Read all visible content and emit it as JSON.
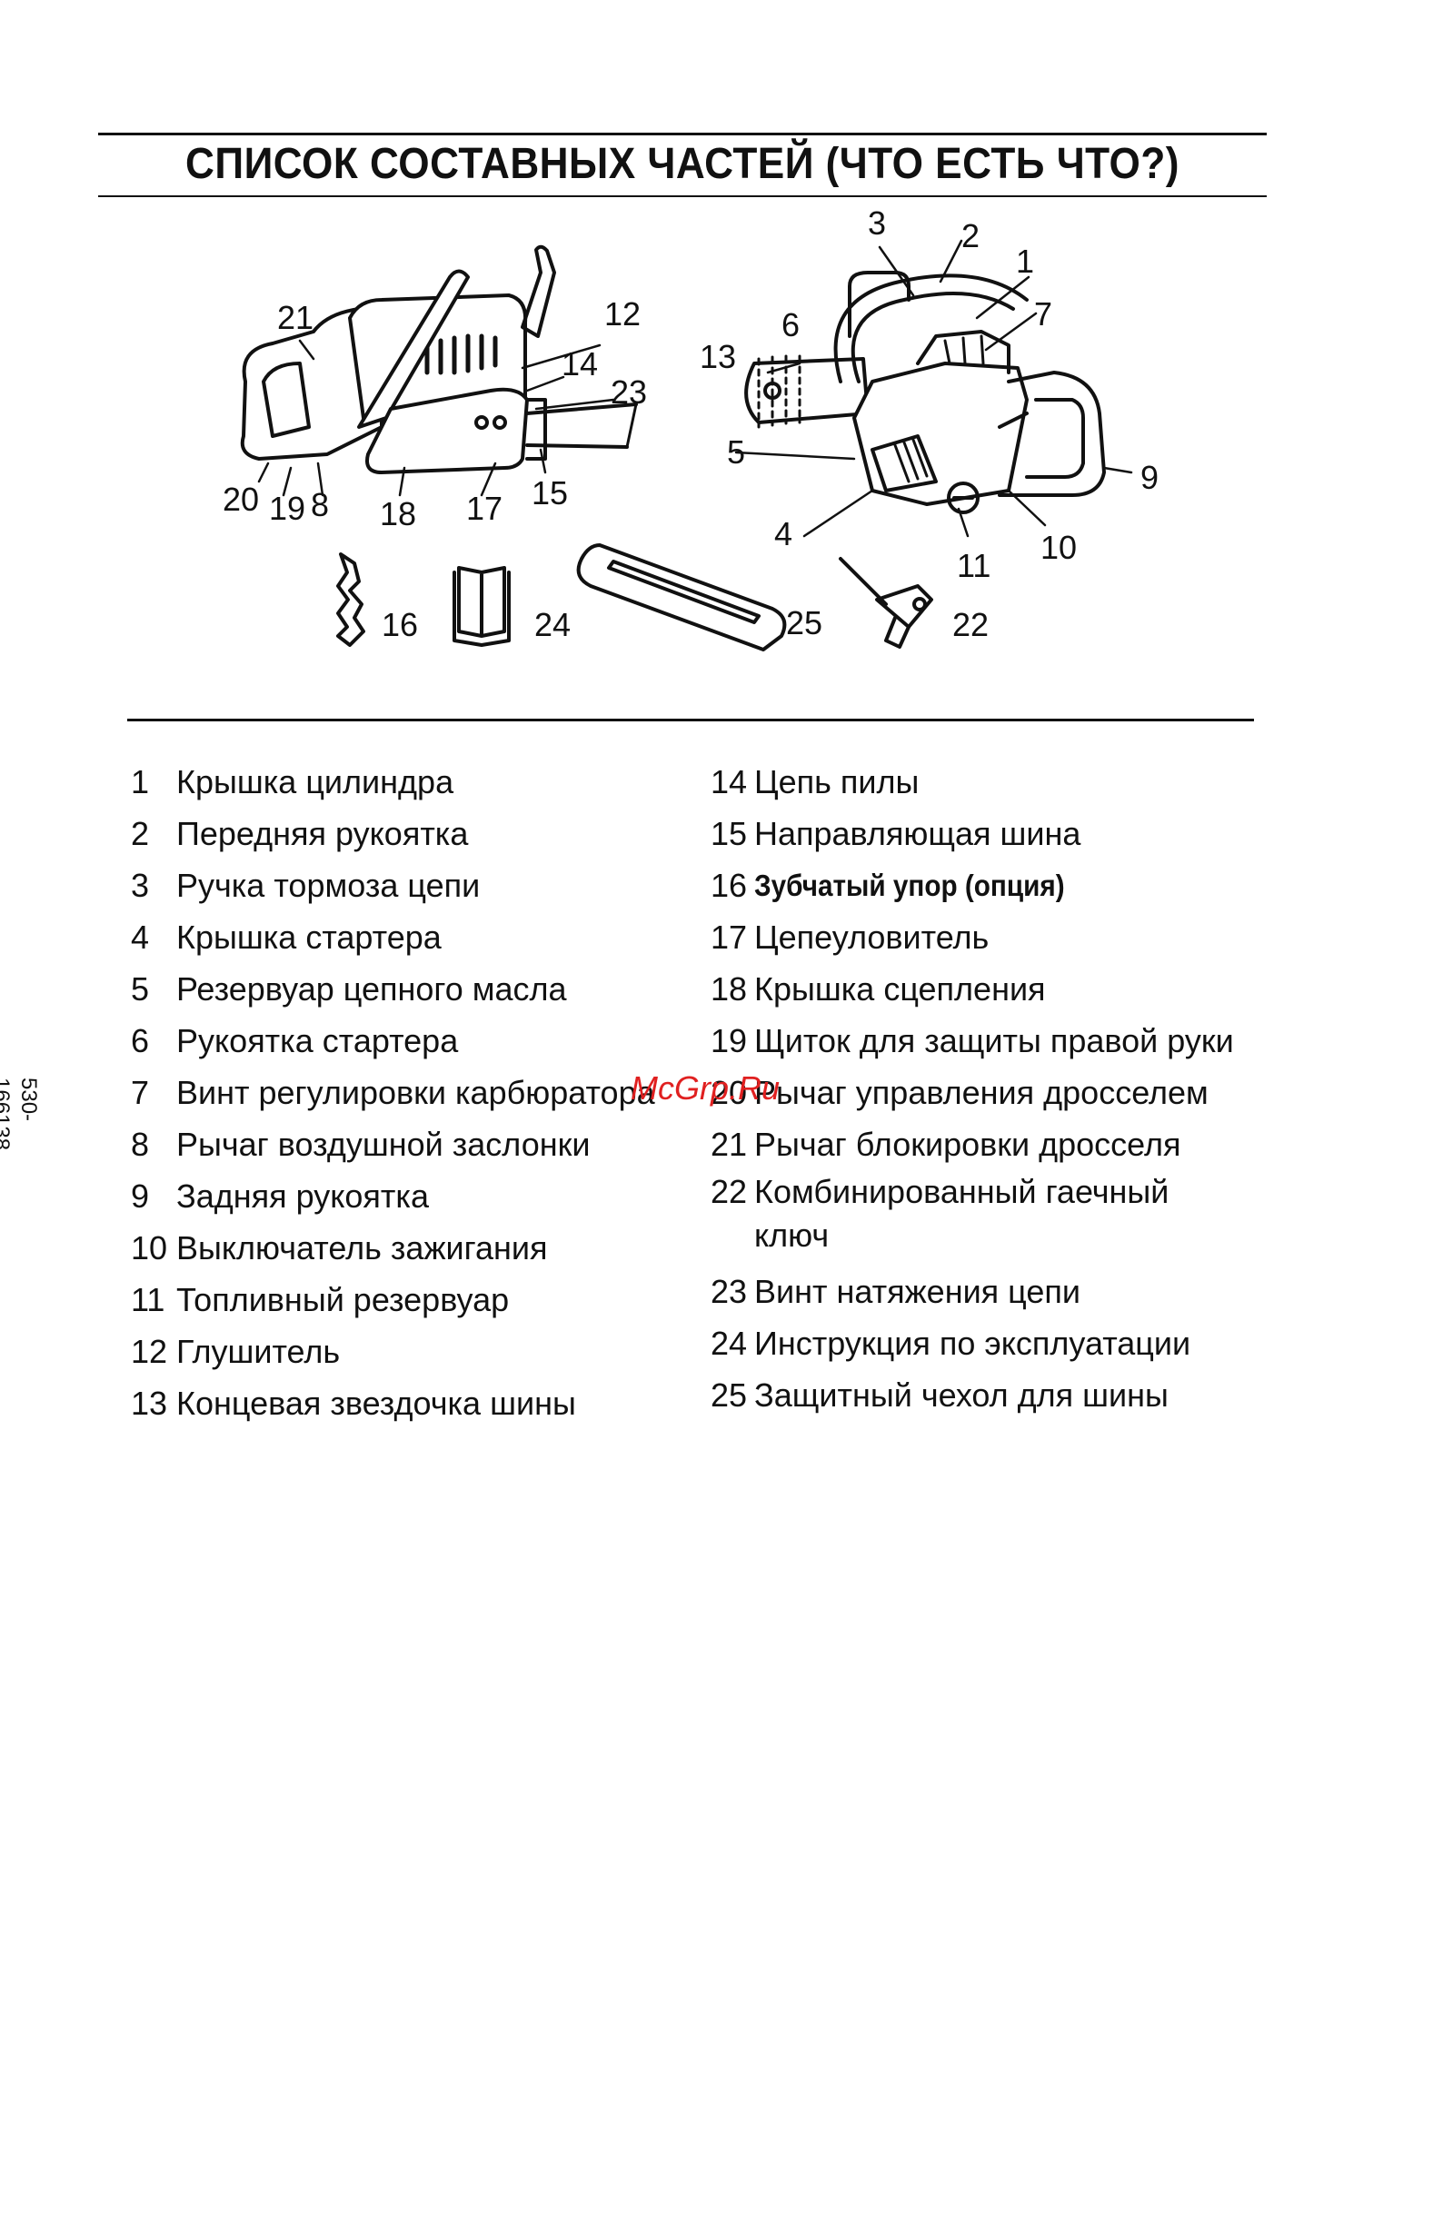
{
  "title": "СПИСОК СОСТАВНЫХ ЧАСТЕЙ (ЧТО ЕСТЬ ЧТО?)",
  "doc_code": "530-166138",
  "watermark": "McGrp.Ru",
  "diagram_callouts": [
    "1",
    "2",
    "3",
    "4",
    "5",
    "6",
    "7",
    "8",
    "9",
    "10",
    "11",
    "12",
    "13",
    "14",
    "15",
    "16",
    "17",
    "18",
    "19",
    "20",
    "21",
    "22",
    "23",
    "24",
    "25"
  ],
  "parts_left": [
    {
      "num": "1",
      "label": "Крышка цилиндра"
    },
    {
      "num": "2",
      "label": "Передняя рукоятка"
    },
    {
      "num": "3",
      "label": "Ручка тормоза цепи"
    },
    {
      "num": "4",
      "label": "Крышка стартера"
    },
    {
      "num": "5",
      "label": "Резервуар цепного масла"
    },
    {
      "num": "6",
      "label": "Рукоятка стартера"
    },
    {
      "num": "7",
      "label": "Винт регулировки карбюратора"
    },
    {
      "num": "8",
      "label": "Рычаг воздушной заслонки"
    },
    {
      "num": "9",
      "label": "Задняя рукоятка"
    },
    {
      "num": "10",
      "label": "Выключатель зажигания"
    },
    {
      "num": "11",
      "label": "Топливный резервуар"
    },
    {
      "num": "12",
      "label": "Глушитель"
    },
    {
      "num": "13",
      "label": "Концевая звездочка шины"
    }
  ],
  "parts_right": [
    {
      "num": "14",
      "label": "Цепь пилы"
    },
    {
      "num": "15",
      "label": "Направляющая шина"
    },
    {
      "num": "16",
      "label": "Зубчатый упор (опция)"
    },
    {
      "num": "17",
      "label": "Цепеуловитель"
    },
    {
      "num": "18",
      "label": "Крышка сцепления"
    },
    {
      "num": "19",
      "label": "Щиток для защиты правой руки"
    },
    {
      "num": "20",
      "label": "Рычаг управления дросселем"
    },
    {
      "num": "21",
      "label": "Рычаг блокировки дросселя"
    },
    {
      "num": "22",
      "label": "Комбинированный гаечный ключ"
    },
    {
      "num": "23",
      "label": "Винт натяжения цепи"
    },
    {
      "num": "24",
      "label": "Инструкция по эксплуатации"
    },
    {
      "num": "25",
      "label": "Защитный чехол для шины"
    }
  ]
}
